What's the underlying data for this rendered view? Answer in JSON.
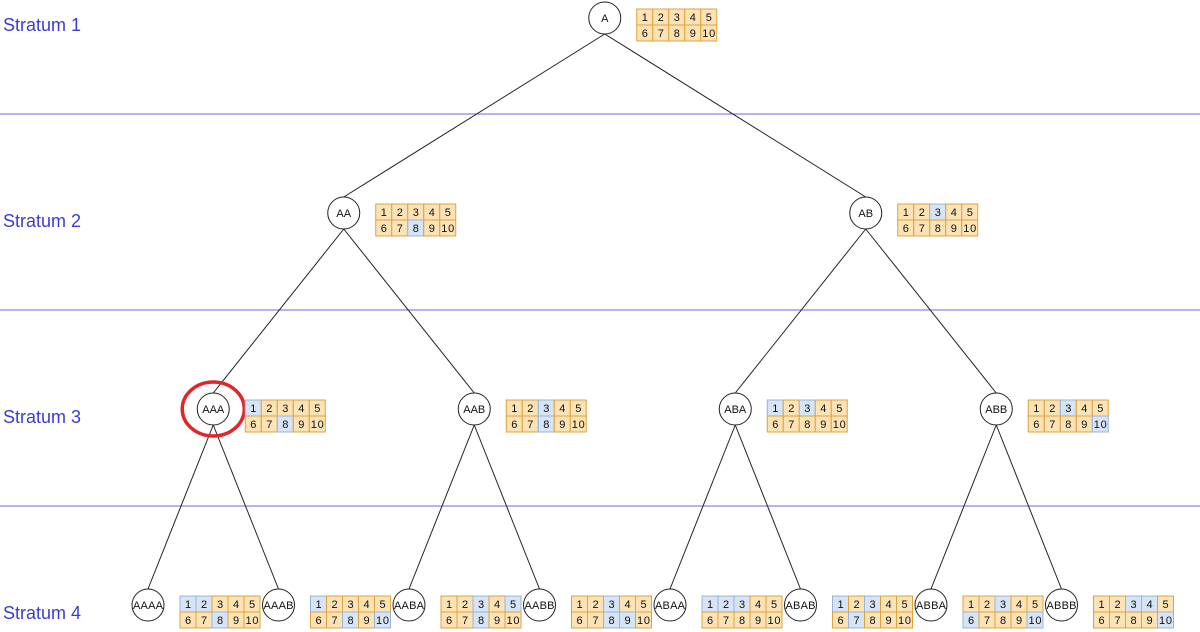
{
  "colors": {
    "stratum_text": "#3b3bd6",
    "divider": "#6b6bd8",
    "cell_orange": "#fbe3b6",
    "cell_orange_border": "#e0a23a",
    "cell_blue": "#d6e4f5",
    "cell_blue_border": "#98b4d8",
    "highlight_ring": "#e0262a"
  },
  "strata": [
    {
      "label": "Stratum 1"
    },
    {
      "label": "Stratum 2"
    },
    {
      "label": "Stratum 3"
    },
    {
      "label": "Stratum 4"
    }
  ],
  "grid_numbers": [
    [
      "1",
      "2",
      "3",
      "4",
      "5"
    ],
    [
      "6",
      "7",
      "8",
      "9",
      "10"
    ]
  ],
  "highlighted_node": "AAA",
  "nodes": [
    {
      "id": "A",
      "label": "A",
      "parent": null,
      "blue": []
    },
    {
      "id": "AA",
      "label": "AA",
      "parent": "A",
      "blue": [
        "8"
      ]
    },
    {
      "id": "AB",
      "label": "AB",
      "parent": "A",
      "blue": [
        "3"
      ]
    },
    {
      "id": "AAA",
      "label": "AAA",
      "parent": "AA",
      "blue": [
        "1",
        "8"
      ]
    },
    {
      "id": "AAB",
      "label": "AAB",
      "parent": "AA",
      "blue": [
        "3",
        "8"
      ]
    },
    {
      "id": "ABA",
      "label": "ABA",
      "parent": "AB",
      "blue": [
        "1",
        "3"
      ]
    },
    {
      "id": "ABB",
      "label": "ABB",
      "parent": "AB",
      "blue": [
        "3",
        "10"
      ]
    },
    {
      "id": "AAAA",
      "label": "AAAA",
      "parent": "AAA",
      "blue": [
        "1",
        "2",
        "8"
      ]
    },
    {
      "id": "AAAB",
      "label": "AAAB",
      "parent": "AAA",
      "blue": [
        "1",
        "8",
        "10"
      ]
    },
    {
      "id": "AABA",
      "label": "AABA",
      "parent": "AAB",
      "blue": [
        "3",
        "5",
        "8"
      ]
    },
    {
      "id": "AABB",
      "label": "AABB",
      "parent": "AAB",
      "blue": [
        "3",
        "8",
        "9"
      ]
    },
    {
      "id": "ABAA",
      "label": "ABAA",
      "parent": "ABA",
      "blue": [
        "1",
        "2",
        "3"
      ]
    },
    {
      "id": "ABAB",
      "label": "ABAB",
      "parent": "ABA",
      "blue": [
        "1",
        "3",
        "7"
      ]
    },
    {
      "id": "ABBA",
      "label": "ABBA",
      "parent": "ABB",
      "blue": [
        "3",
        "6",
        "10"
      ]
    },
    {
      "id": "ABBB",
      "label": "ABBB",
      "parent": "ABB",
      "blue": [
        "3",
        "4",
        "10"
      ]
    }
  ]
}
